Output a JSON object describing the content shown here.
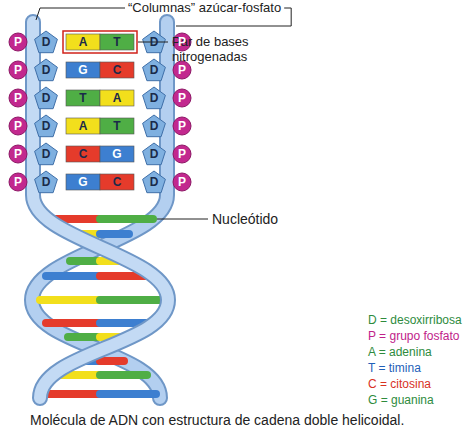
{
  "diagram": {
    "caption": "Molécula de ADN con estructura de cadena doble helicoidal.",
    "labels": [
      "“Columnas” azúcar-fosfato",
      "Par de bases nitrogenadas",
      "P",
      "D",
      "A",
      "T",
      "D",
      "P",
      "P",
      "D",
      "G",
      "C",
      "D",
      "P",
      "P",
      "D",
      "T",
      "A",
      "D",
      "P",
      "P",
      "D",
      "A",
      "T",
      "D",
      "P",
      "P",
      "D",
      "C",
      "G",
      "D",
      "P",
      "P",
      "D",
      "G",
      "C",
      "D",
      "P",
      "Nucleótido"
    ],
    "legend": [
      {
        "text": "D = desoxirribosa"
      },
      {
        "text": "P = grupo fosfato"
      },
      {
        "text": "A = adenina"
      },
      {
        "text": "T = timina"
      },
      {
        "text": "C = citosina"
      },
      {
        "text": "G = guanina"
      }
    ]
  }
}
